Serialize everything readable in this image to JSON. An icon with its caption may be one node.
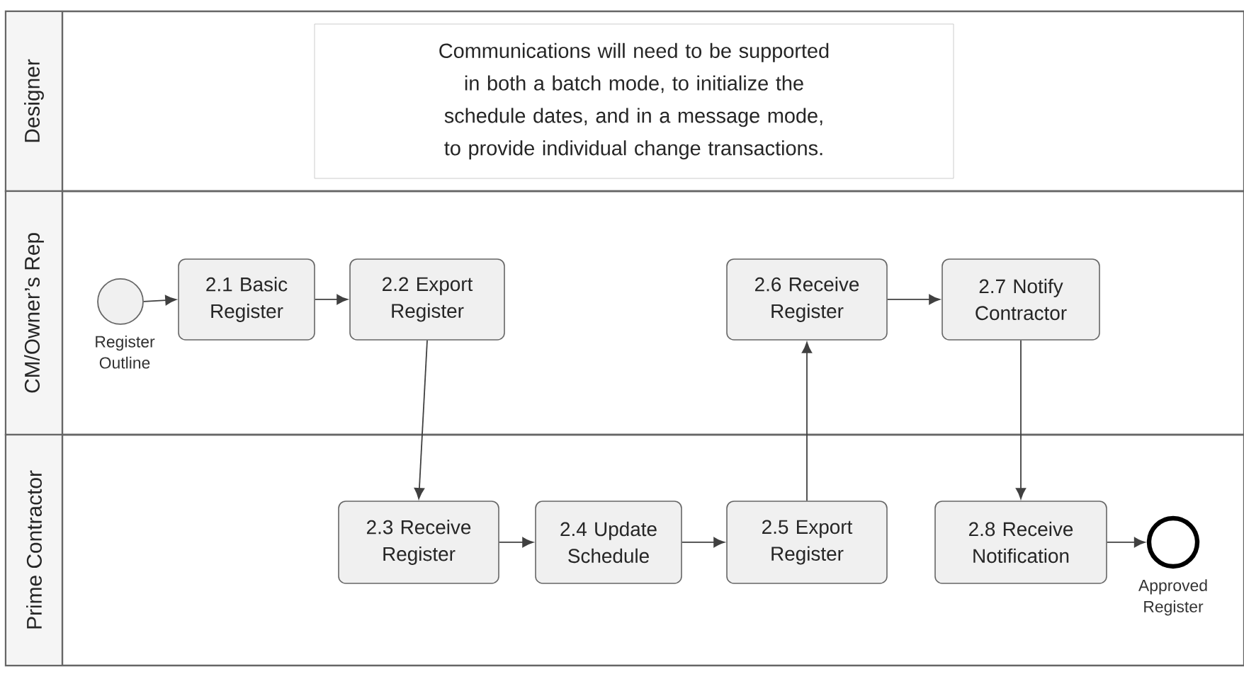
{
  "diagram": {
    "nodes": [
      {
        "text": [
          "Designer"
        ]
      },
      {
        "text": [
          "Communications will need to be supported in both a batch mode, to initialize the schedule dates, and in a message mode, to provide individual change transactions."
        ],
        "in": 0
      },
      {
        "text": [
          "CM/Owner’s Rep"
        ]
      },
      {
        "text": [],
        "shape": "circle",
        "beside": [
          "Register Outline"
        ],
        "in": 2
      },
      {
        "text": [
          "2.1 Basic Register"
        ],
        "in": 2
      },
      {
        "text": [
          "2.2 Export Register"
        ],
        "in": 2
      },
      {
        "text": [
          "2.6 Receive Register"
        ],
        "in": 2
      },
      {
        "text": [
          "2.7 Notify Contractor"
        ],
        "in": 2
      },
      {
        "text": [
          "Prime Contractor"
        ]
      },
      {
        "text": [
          "2.3 Receive Register"
        ],
        "in": 8
      },
      {
        "text": [
          "2.4 Update Schedule"
        ],
        "in": 8
      },
      {
        "text": [
          "2.5 Export Register"
        ],
        "in": 8
      },
      {
        "text": [
          "2.8 Receive Notification"
        ],
        "in": 8
      },
      {
        "text": [],
        "shape": "circle",
        "beside": [
          "Approved Register"
        ],
        "in": 8
      }
    ],
    "edges": [
      {
        "from": 3,
        "to": 4,
        "arrow": "to"
      },
      {
        "from": 4,
        "to": 5,
        "arrow": "to"
      },
      {
        "from": 5,
        "to": 9,
        "arrow": "to"
      },
      {
        "from": 9,
        "to": 10,
        "arrow": "to"
      },
      {
        "from": 10,
        "to": 11,
        "arrow": "to"
      },
      {
        "from": 11,
        "to": 6,
        "arrow": "to"
      },
      {
        "from": 6,
        "to": 7,
        "arrow": "to"
      },
      {
        "from": 7,
        "to": 12,
        "arrow": "to"
      },
      {
        "from": 12,
        "to": 13,
        "arrow": "to"
      }
    ]
  }
}
